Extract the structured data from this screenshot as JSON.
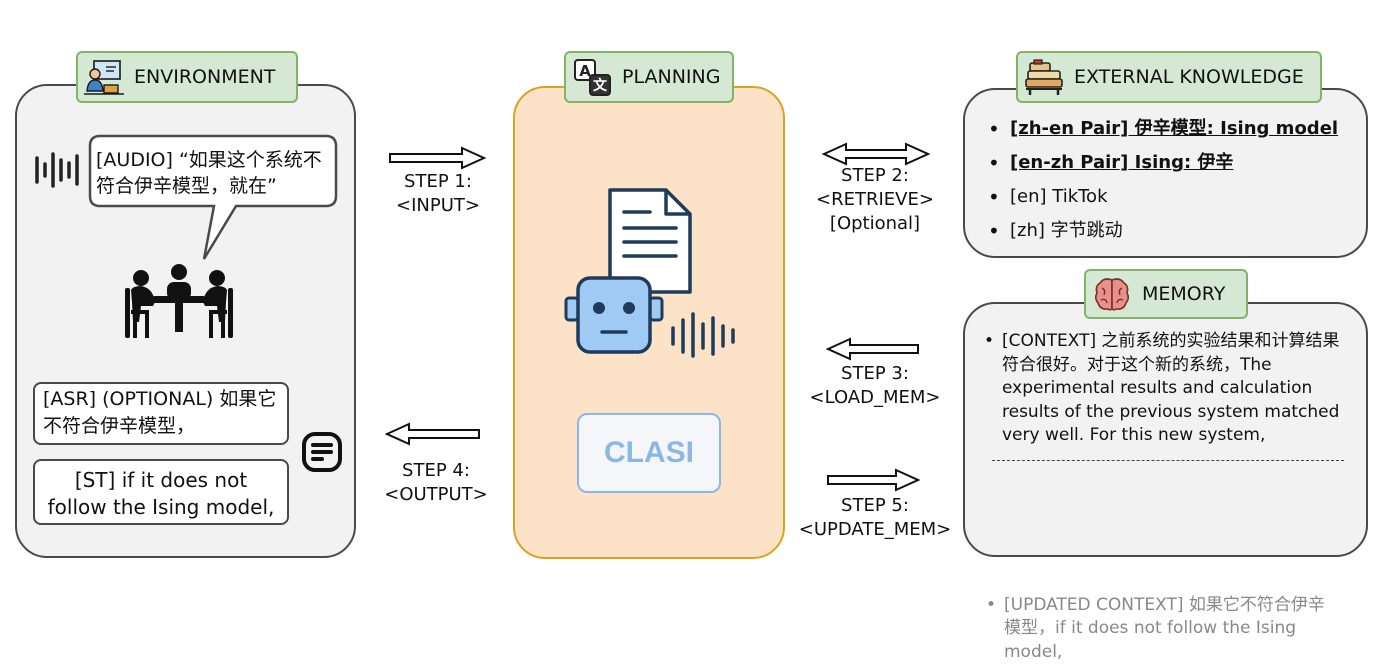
{
  "sections": {
    "environment": "ENVIRONMENT",
    "planning": "PLANNING",
    "external_knowledge": "EXTERNAL KNOWLEDGE",
    "memory": "MEMORY"
  },
  "environment": {
    "audio_text": "[AUDIO] “如果这个系统不符合伊辛模型，就在”",
    "asr_text": "[ASR] (OPTIONAL) 如果它不符合伊辛模型，",
    "st_text": "[ST] if it does not follow the Ising model,"
  },
  "planning": {
    "model_label": "CLASI"
  },
  "steps": {
    "step1": {
      "title": "STEP 1:",
      "action": "<INPUT>"
    },
    "step2": {
      "title": "STEP 2:",
      "action": "<RETRIEVE>",
      "note": "[Optional]"
    },
    "step3": {
      "title": "STEP 3:",
      "action": "<LOAD_MEM>"
    },
    "step4": {
      "title": "STEP 4:",
      "action": "<OUTPUT>"
    },
    "step5": {
      "title": "STEP 5:",
      "action": "<UPDATE_MEM>"
    }
  },
  "knowledge": {
    "items": [
      {
        "text": "[zh-en Pair] 伊辛模型: Ising model",
        "bold": true
      },
      {
        "text": "[en-zh Pair] Ising: 伊辛",
        "bold": true
      },
      {
        "text": "[en] TikTok",
        "bold": false
      },
      {
        "text": "[zh] 字节跳动",
        "bold": false
      }
    ]
  },
  "memory": {
    "context": "[CONTEXT] 之前系统的实验结果和计算结果符合很好。对于这个新的系统，The experimental results and calculation results of the previous system matched very well. For this new system,",
    "updated_context": "[UPDATED CONTEXT] 如果它不符合伊辛模型，if it does not follow the Ising model,"
  },
  "colors": {
    "tag_fill": "#d5e8d4",
    "tag_border": "#82b366",
    "planning_fill": "#fce3c8",
    "planning_border": "#d9a31f",
    "robot_fill": "#9fcaf3",
    "robot_stroke": "#1f3b5c",
    "clasi_text": "#8bb7e6",
    "memory_icon": "#e8908a"
  }
}
